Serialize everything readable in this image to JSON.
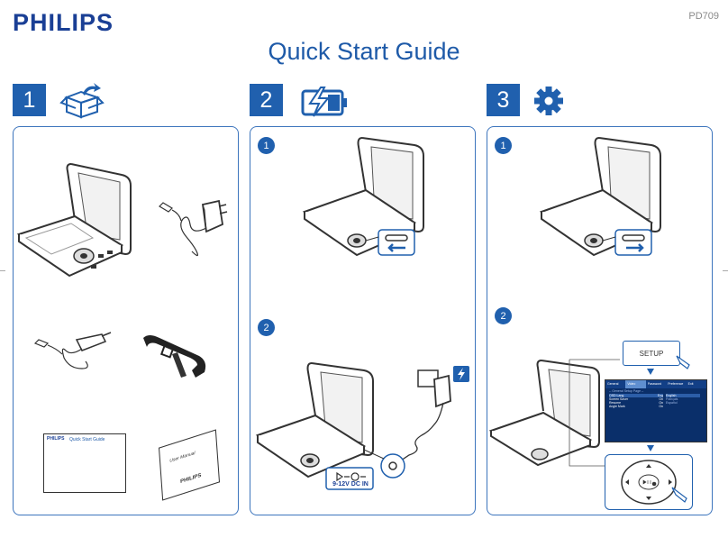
{
  "header": {
    "brand": "PHILIPS",
    "model": "PD709",
    "title": "Quick Start Guide"
  },
  "steps": [
    {
      "number": "1",
      "icon": "box-icon"
    },
    {
      "number": "2",
      "icon": "battery-charge-icon"
    },
    {
      "number": "3",
      "icon": "gear-icon"
    }
  ],
  "panel1": {
    "booklet_brand": "PHILIPS",
    "booklet_title": "Quick Start Guide",
    "manual_title": "User Manual",
    "manual_brand": "PHILIPS"
  },
  "panel2": {
    "sub1": "1",
    "sub2": "2",
    "dc_label": "9-12V DC IN"
  },
  "panel3": {
    "sub1": "1",
    "sub2": "2",
    "setup_label": "SETUP",
    "menu": {
      "tabs": [
        "General",
        "Video",
        "Password",
        "Preference",
        "Exit"
      ],
      "header": "-- General Setup Page --",
      "rows": [
        {
          "label": "OSD Lang",
          "value": "Eng"
        },
        {
          "label": "Screen Saver",
          "value": "On"
        },
        {
          "label": "Resume",
          "value": "On"
        },
        {
          "label": "Angle Mark",
          "value": "On"
        }
      ],
      "options": [
        "English",
        "Français",
        "Español"
      ]
    }
  }
}
